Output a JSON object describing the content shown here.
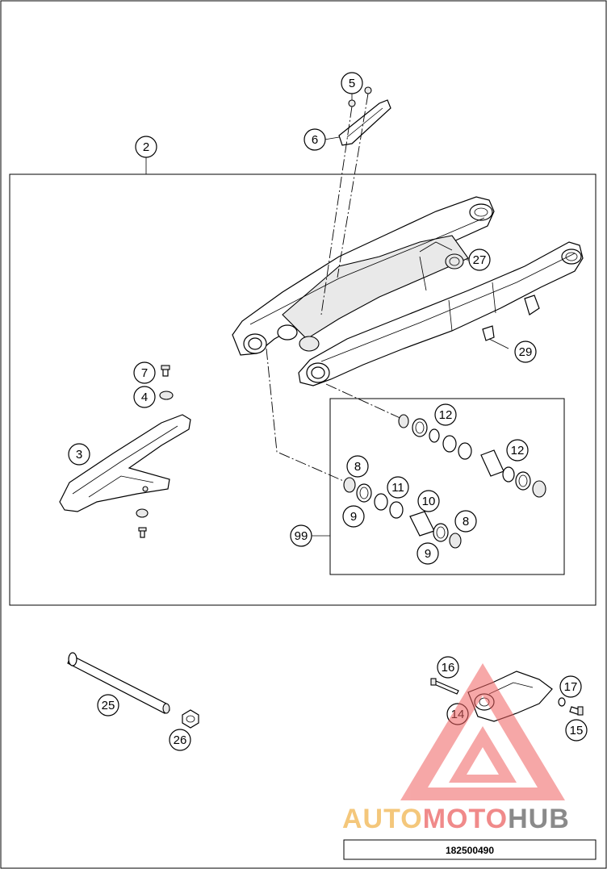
{
  "diagram": {
    "callouts": {
      "c2": "2",
      "c3": "3",
      "c4": "4",
      "c5": "5",
      "c6": "6",
      "c7": "7",
      "c8a": "8",
      "c8b": "8",
      "c9a": "9",
      "c9b": "9",
      "c10": "10",
      "c11": "11",
      "c12a": "12",
      "c12b": "12",
      "c14": "14",
      "c15": "15",
      "c16": "16",
      "c17": "17",
      "c25": "25",
      "c26": "26",
      "c27": "27",
      "c29": "29",
      "c99": "99"
    }
  },
  "watermark": {
    "auto": "AUTO",
    "moto": "MOTO",
    "hub": "HUB",
    "colors": {
      "auto": "#f4c77b",
      "moto": "#f08a8a",
      "hub": "#8a8a8a",
      "triangle": "#f06060"
    }
  },
  "footer": {
    "part_number": "182500490"
  }
}
